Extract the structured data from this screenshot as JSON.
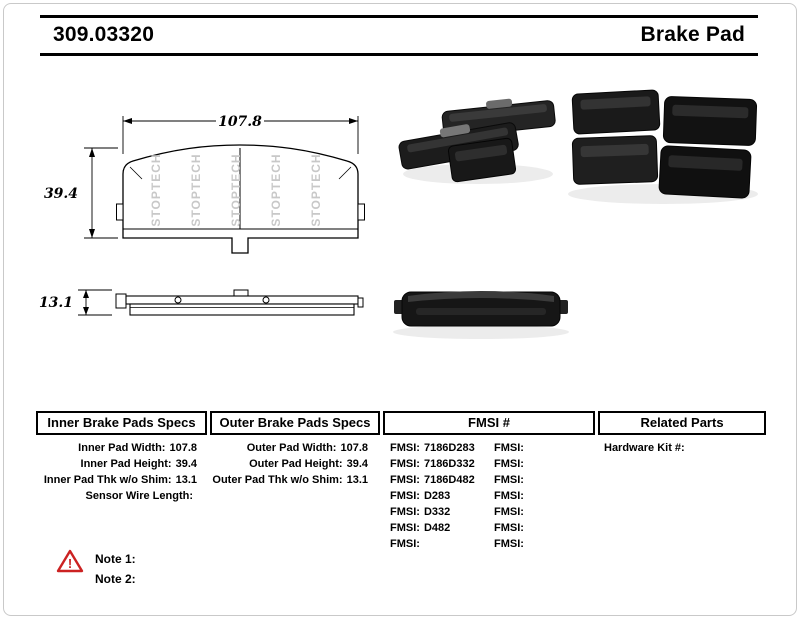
{
  "header": {
    "part_number": "309.03320",
    "title": "Brake Pad"
  },
  "drawing": {
    "watermark": "STOPTECH",
    "front": {
      "width": "107.8",
      "height": "39.4"
    },
    "side": {
      "thickness": "13.1"
    }
  },
  "specs": {
    "inner": {
      "title": "Inner Brake Pads Specs",
      "rows": [
        {
          "label": "Inner Pad Width:",
          "value": "107.8"
        },
        {
          "label": "Inner Pad Height:",
          "value": "39.4"
        },
        {
          "label": "Inner Pad Thk w/o Shim:",
          "value": "13.1"
        },
        {
          "label": "Sensor Wire Length:",
          "value": ""
        }
      ]
    },
    "outer": {
      "title": "Outer Brake Pads Specs",
      "rows": [
        {
          "label": "Outer Pad Width:",
          "value": "107.8"
        },
        {
          "label": "Outer Pad Height:",
          "value": "39.4"
        },
        {
          "label": "Outer Pad Thk w/o Shim:",
          "value": "13.1"
        }
      ]
    },
    "fmsi": {
      "title": "FMSI #",
      "rows": [
        {
          "label": "FMSI:",
          "value": "7186D283",
          "label2": "FMSI:",
          "value2": ""
        },
        {
          "label": "FMSI:",
          "value": "7186D332",
          "label2": "FMSI:",
          "value2": ""
        },
        {
          "label": "FMSI:",
          "value": "7186D482",
          "label2": "FMSI:",
          "value2": ""
        },
        {
          "label": "FMSI:",
          "value": "D283",
          "label2": "FMSI:",
          "value2": ""
        },
        {
          "label": "FMSI:",
          "value": "D332",
          "label2": "FMSI:",
          "value2": ""
        },
        {
          "label": "FMSI:",
          "value": "D482",
          "label2": "FMSI:",
          "value2": ""
        },
        {
          "label": "FMSI:",
          "value": "",
          "label2": "FMSI:",
          "value2": ""
        }
      ]
    },
    "related": {
      "title": "Related Parts",
      "rows": [
        {
          "label": "Hardware Kit #:",
          "value": ""
        }
      ]
    }
  },
  "notes": {
    "warning_char": "!",
    "items": [
      {
        "label": "Note 1:"
      },
      {
        "label": "Note 2:"
      }
    ]
  }
}
